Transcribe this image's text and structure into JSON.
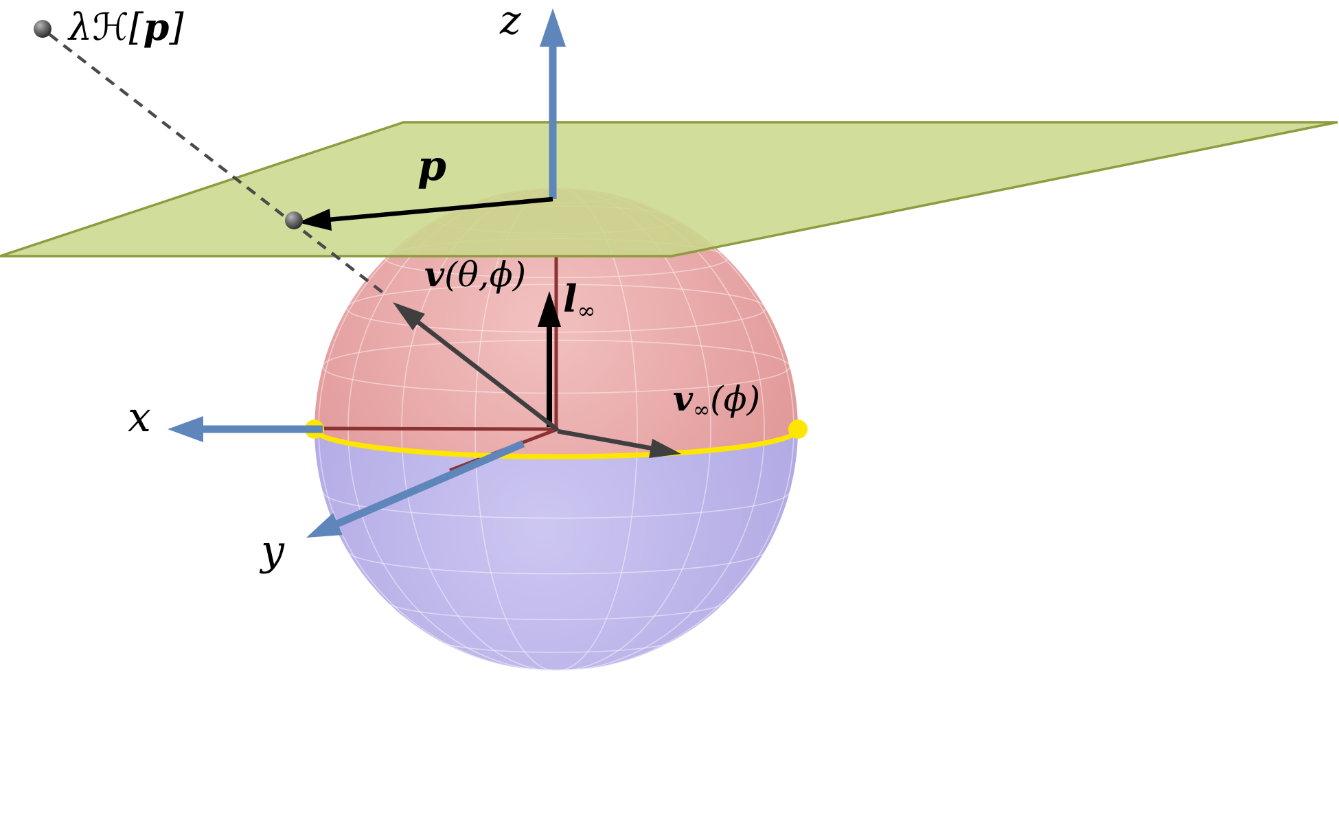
{
  "figure": {
    "labels": {
      "lambda_h": {
        "pre": "λℋ[",
        "p": "p",
        "post": "]"
      },
      "z_axis": "z",
      "x_axis": "x",
      "y_axis": "y",
      "p_vector": "p",
      "v_theta_phi": {
        "main": "v",
        "rest": "(θ,ϕ)"
      },
      "l_infinity": {
        "main": "l",
        "sub": "∞"
      },
      "v_infinity": {
        "main": "v",
        "sub": "∞",
        "rest": "(ϕ)"
      }
    },
    "colors": {
      "plane_fill": "#c9d789",
      "plane_stroke": "#8d9c3e",
      "axis_blue": "#5f86ba",
      "sphere_upper": "#e39b9b",
      "sphere_lower": "#b4abe7",
      "equator_yellow": "#ffe600",
      "interior_axis_red": "#8b3232",
      "vector_dark": "#3f3f3f",
      "arrow_black": "#000000",
      "dashed_line_gray": "#4a4a4a",
      "point_gray": "#555555"
    }
  }
}
